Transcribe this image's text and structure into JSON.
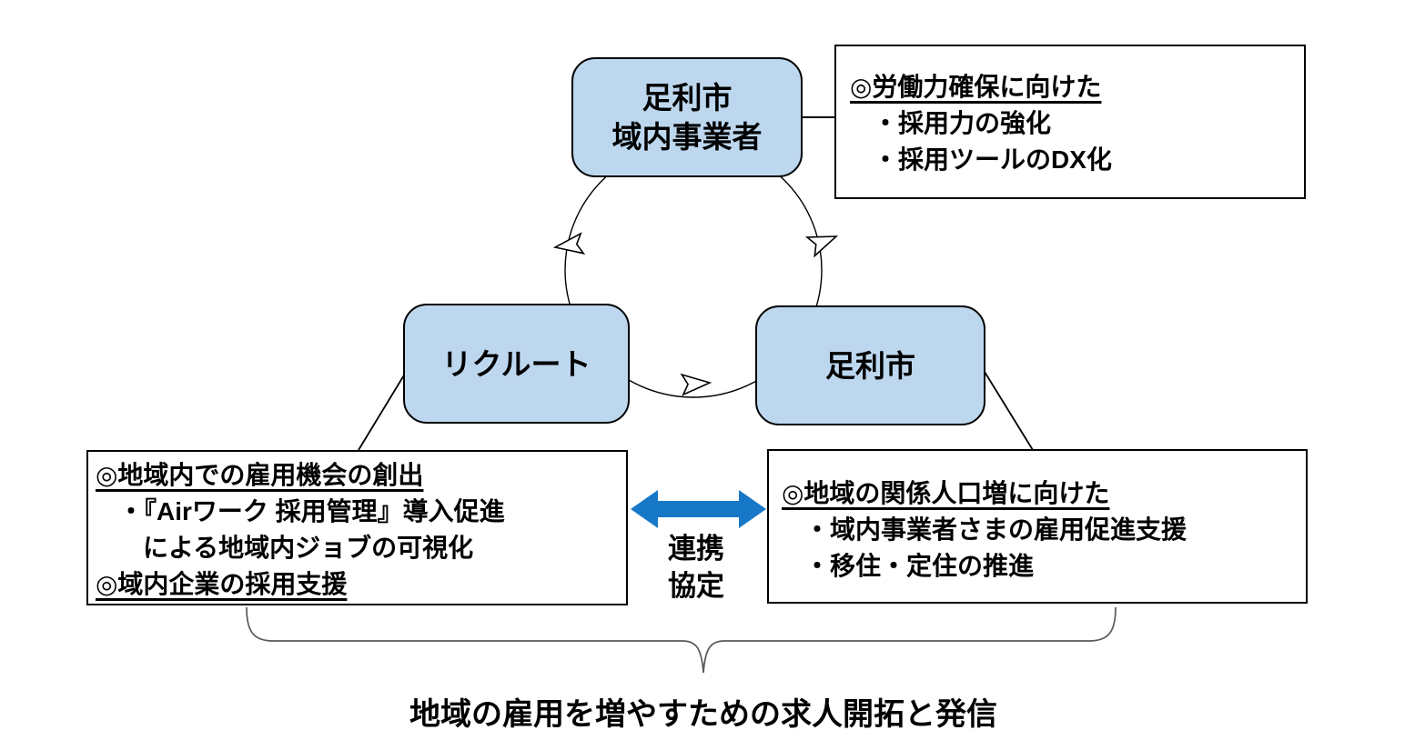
{
  "diagram": {
    "nodes": {
      "local_businesses": {
        "line1": "足利市",
        "line2": "域内事業者"
      },
      "recruit": {
        "label": "リクルート"
      },
      "city": {
        "label": "足利市"
      }
    },
    "callouts": {
      "labor": {
        "heading": "◎労働力確保に向けた",
        "items": [
          "・採用力の強化",
          "・採用ツールのDX化"
        ]
      },
      "recruit_role": {
        "heading1": "◎地域内での雇用機会の創出",
        "item1_line1": "・『Airワーク 採用管理』導入促進",
        "item1_line2": "による地域内ジョブの可視化",
        "heading2": "◎域内企業の採用支援"
      },
      "city_role": {
        "heading": "◎地域の関係人口増に向けた",
        "items": [
          "・域内事業者さまの雇用促進支援",
          "・移住・定住の推進"
        ]
      }
    },
    "partnership": {
      "line1": "連携",
      "line2": "協定"
    },
    "footer_title": "地域の雇用を増やすための求人開拓と発信",
    "colors": {
      "node_fill": "#BDD7EE",
      "node_border": "#000000",
      "partnership_arrow": "#1878C8"
    }
  }
}
